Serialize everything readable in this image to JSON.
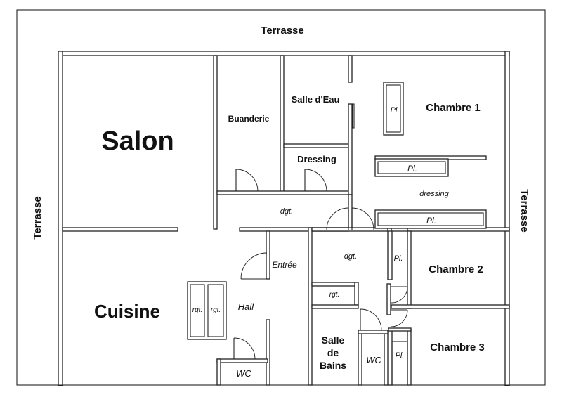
{
  "plan": {
    "terrace_top": "Terrasse",
    "terrace_left": "Terrasse",
    "terrace_right": "Terrasse",
    "rooms": {
      "salon": "Salon",
      "cuisine": "Cuisine",
      "buanderie": "Buanderie",
      "salle_deau": "Salle d'Eau",
      "dressing": "Dressing",
      "chambre1": "Chambre 1",
      "chambre2": "Chambre 2",
      "chambre3": "Chambre 3",
      "salle_de_bains_line1": "Salle",
      "salle_de_bains_line2": "de",
      "salle_de_bains_line3": "Bains",
      "wc_hall": "WC",
      "wc_bath": "WC",
      "hall": "Hall",
      "entree": "Entrée",
      "dgt_top": "dgt.",
      "dgt_center": "dgt.",
      "rgt_center": "rgt.",
      "rgt_kitchen_left": "rgt.",
      "rgt_kitchen_right": "rgt.",
      "dressing_ch1": "dressing",
      "pl_ch1_vertical": "Pl.",
      "pl_ch1_upper": "Pl.",
      "pl_ch1_lower": "Pl.",
      "pl_ch2": "Pl.",
      "pl_ch3": "Pl."
    }
  }
}
